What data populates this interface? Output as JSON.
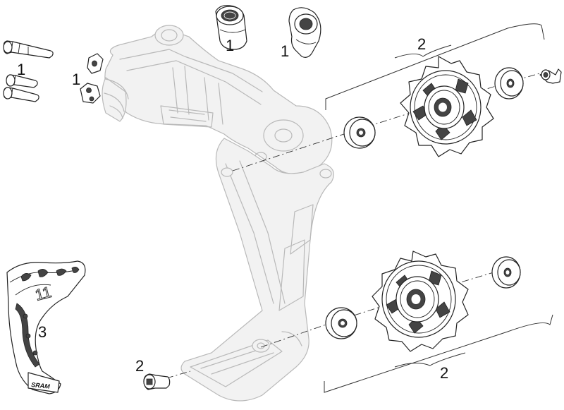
{
  "callouts": {
    "bolts": "1",
    "cable_anchor": "1",
    "bushing": "1",
    "cable_guide": "1",
    "upper_pulley_group": "2",
    "lower_pulley_group": "2",
    "cage_bolt": "2",
    "cage_guard": "3"
  },
  "cage_guard": {
    "logo": "SRAM",
    "speed_mark": "11"
  }
}
